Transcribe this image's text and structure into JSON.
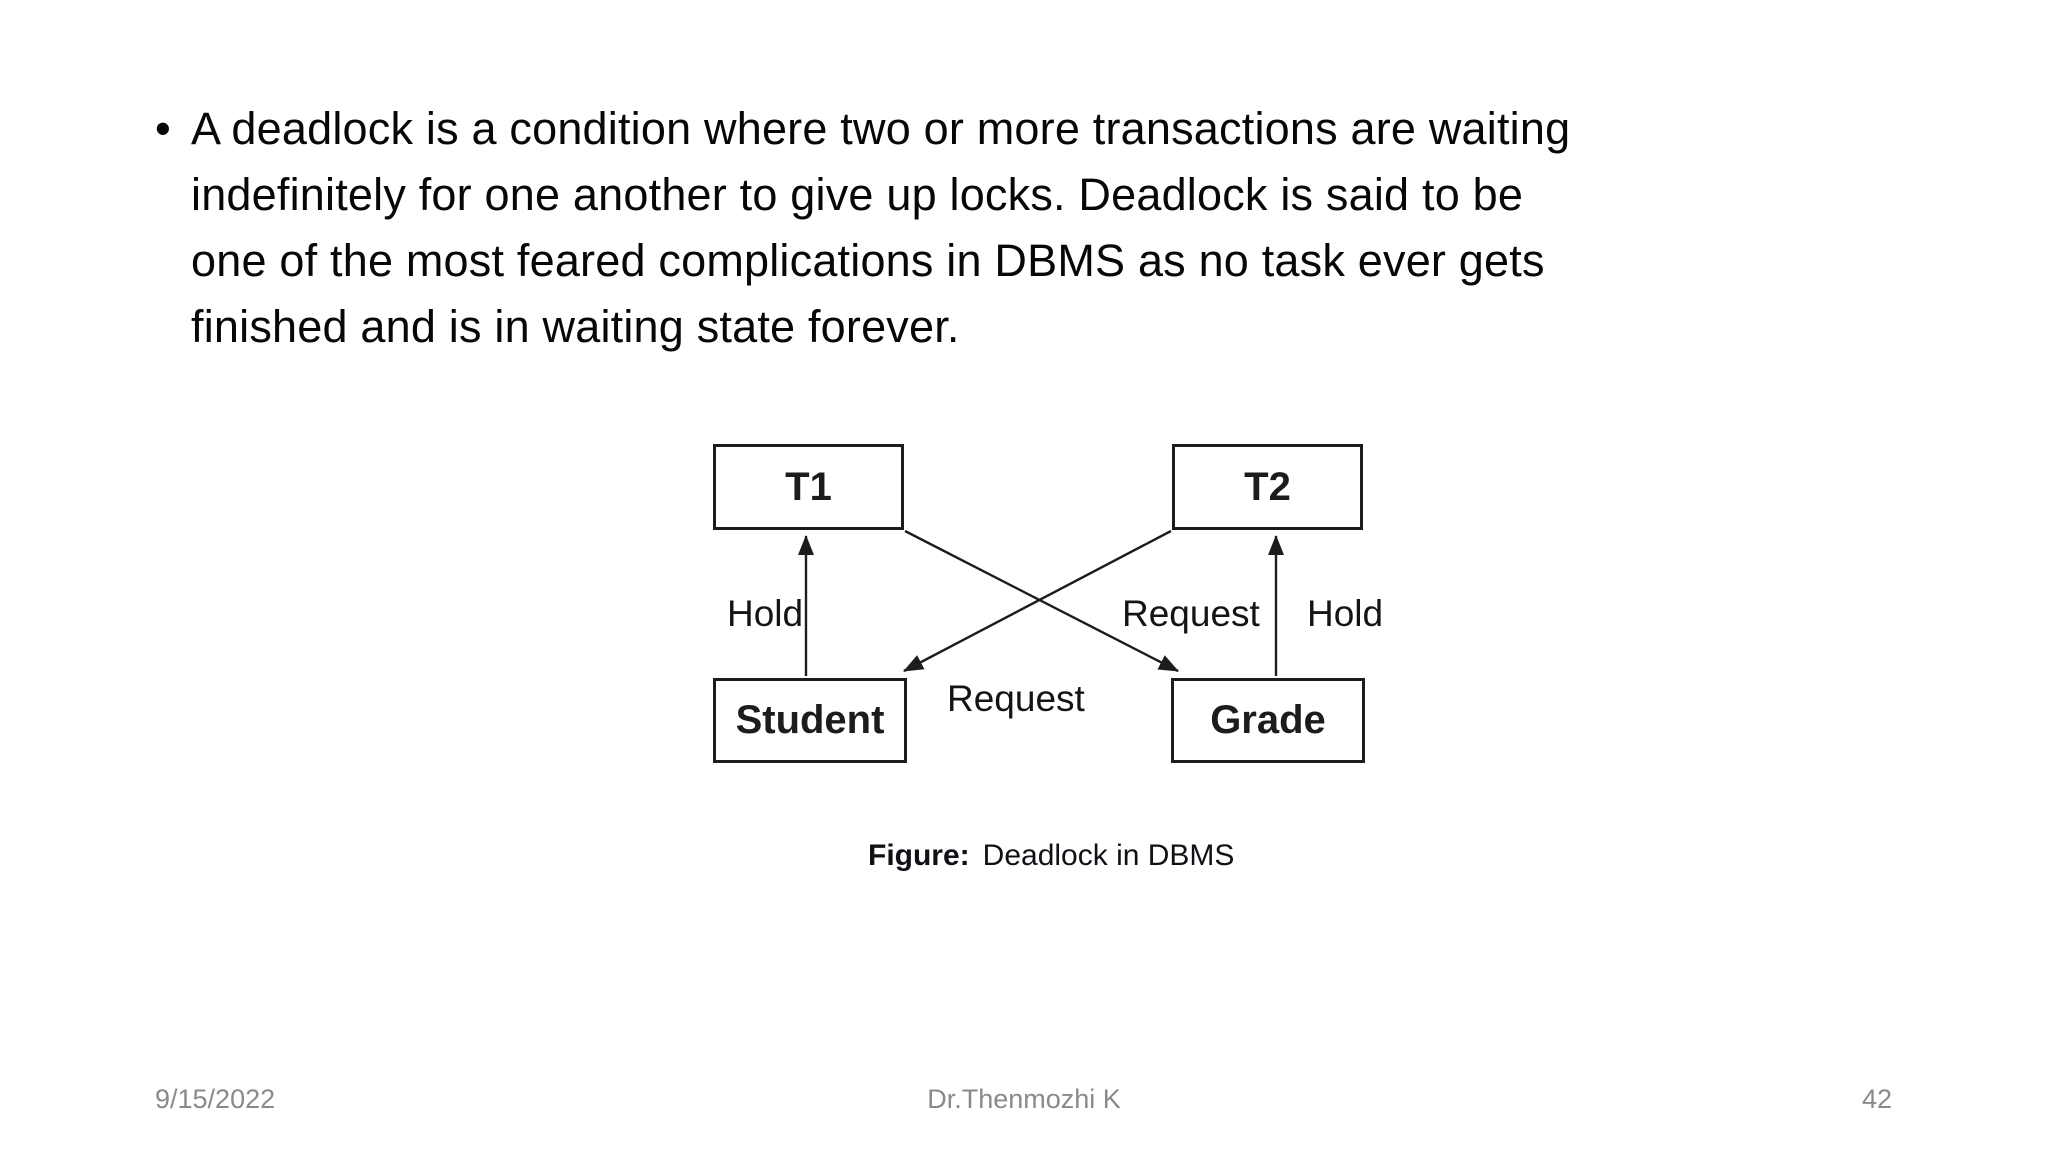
{
  "slide": {
    "bullet_glyph": "•",
    "paragraph_lines": [
      "A deadlock is a condition where two or more transactions are waiting",
      "indefinitely for one another to give up locks. Deadlock is said to be",
      "one of the most feared complications in DBMS as no task ever gets",
      "finished and is in waiting state forever."
    ]
  },
  "diagram": {
    "nodes": [
      {
        "id": "t1",
        "label": "T1"
      },
      {
        "id": "t2",
        "label": "T2"
      },
      {
        "id": "student",
        "label": "Student"
      },
      {
        "id": "grade",
        "label": "Grade"
      }
    ],
    "edges": [
      {
        "from": "Student",
        "to": "T1",
        "label": "Hold"
      },
      {
        "from": "Grade",
        "to": "T2",
        "label": "Hold"
      },
      {
        "from": "T1",
        "to": "Grade",
        "label": "Request"
      },
      {
        "from": "T2",
        "to": "Student",
        "label": "Request"
      }
    ],
    "labels": {
      "hold_left": "Hold",
      "request_upper": "Request",
      "hold_right": "Hold",
      "request_lower": "Request"
    },
    "caption": {
      "prefix": "Figure:",
      "text": "Deadlock in DBMS"
    },
    "line_color": "#1c1c1c"
  },
  "footer": {
    "date": "9/15/2022",
    "author": "Dr.Thenmozhi K",
    "page_number": "42",
    "color": "#8a8a8a"
  }
}
